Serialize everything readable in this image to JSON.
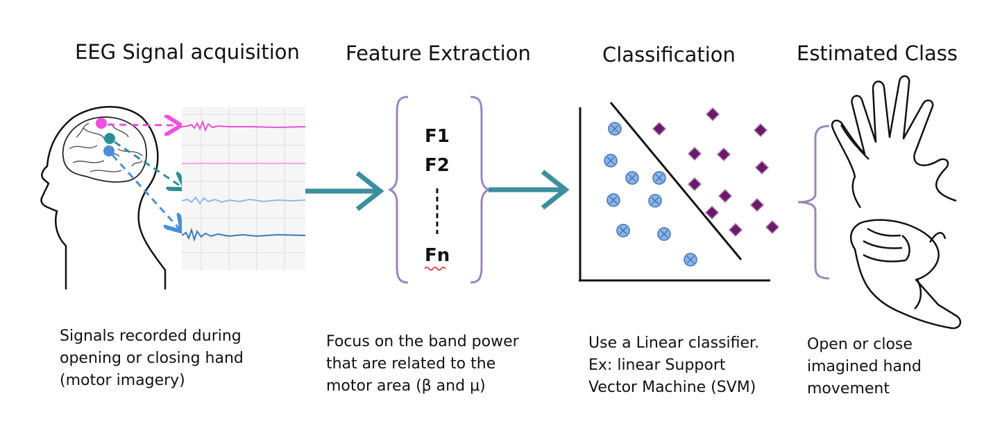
{
  "stages": [
    {
      "title": "EEG Signal acquisition",
      "description": "Signals recorded during\nopening or closing hand\n(motor imagery)"
    },
    {
      "title": "Feature Extraction",
      "description": "Focus on the band power\nthat are related to the\nmotor area (β and μ)"
    },
    {
      "title": "Classification",
      "description": "Use a Linear classifier.\nEx: linear Support\nVector Machine (SVM)"
    },
    {
      "title": "Estimated Class",
      "description": "Open or close\nimagined hand\nmovement"
    }
  ],
  "features": {
    "f1": "F1",
    "f2": "F2",
    "fn": "Fn"
  },
  "colors": {
    "arrow": "#3b8f9e",
    "bracket": "#9a86b8",
    "electrode_top": "#f04fe0",
    "electrode_mid": "#2d8f96",
    "electrode_low": "#4a8fd6",
    "circle_class": "#8ab4e6",
    "diamond_class": "#6b1a6b"
  },
  "icons": {
    "head": "head-profile-with-brain",
    "open_hand": "open-hand",
    "closed_hand": "closed-fist"
  }
}
